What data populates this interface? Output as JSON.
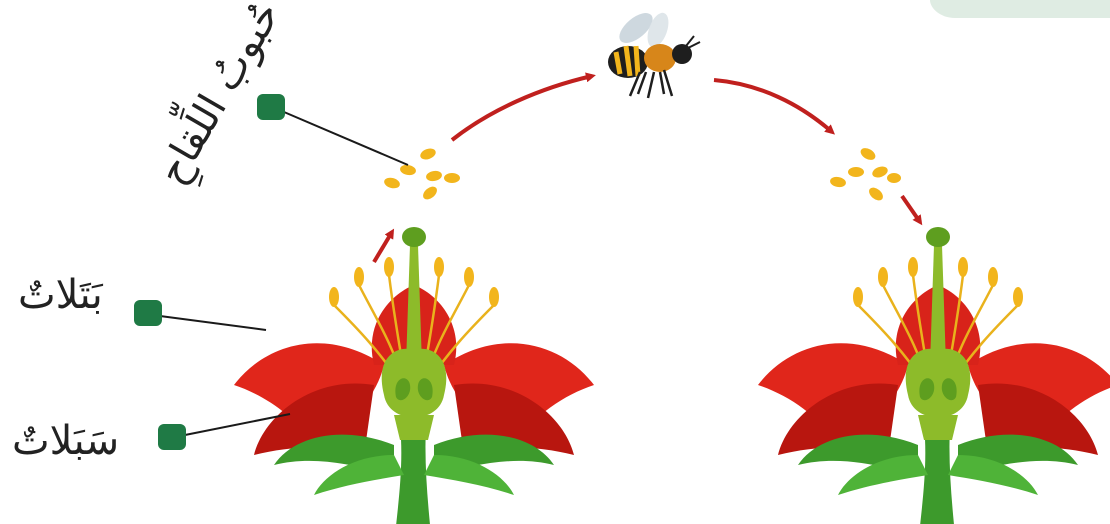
{
  "labels": {
    "pollen": "حُبوبُ اللِّقاحِ",
    "petals": "بَتَلاتٌ",
    "sepals": "سَبَلاتٌ"
  },
  "colors": {
    "marker": "#1f7a45",
    "petal": "#e0261b",
    "petal_dark": "#b8160f",
    "pistil": "#8dbb2a",
    "sepal": "#3d9a2c",
    "pollen": "#f2b51c",
    "arrow": "#c0201e",
    "corner_shape": "#dfece3"
  },
  "icons": {
    "bee": "bee-icon",
    "marker": "green-marker-icon"
  }
}
